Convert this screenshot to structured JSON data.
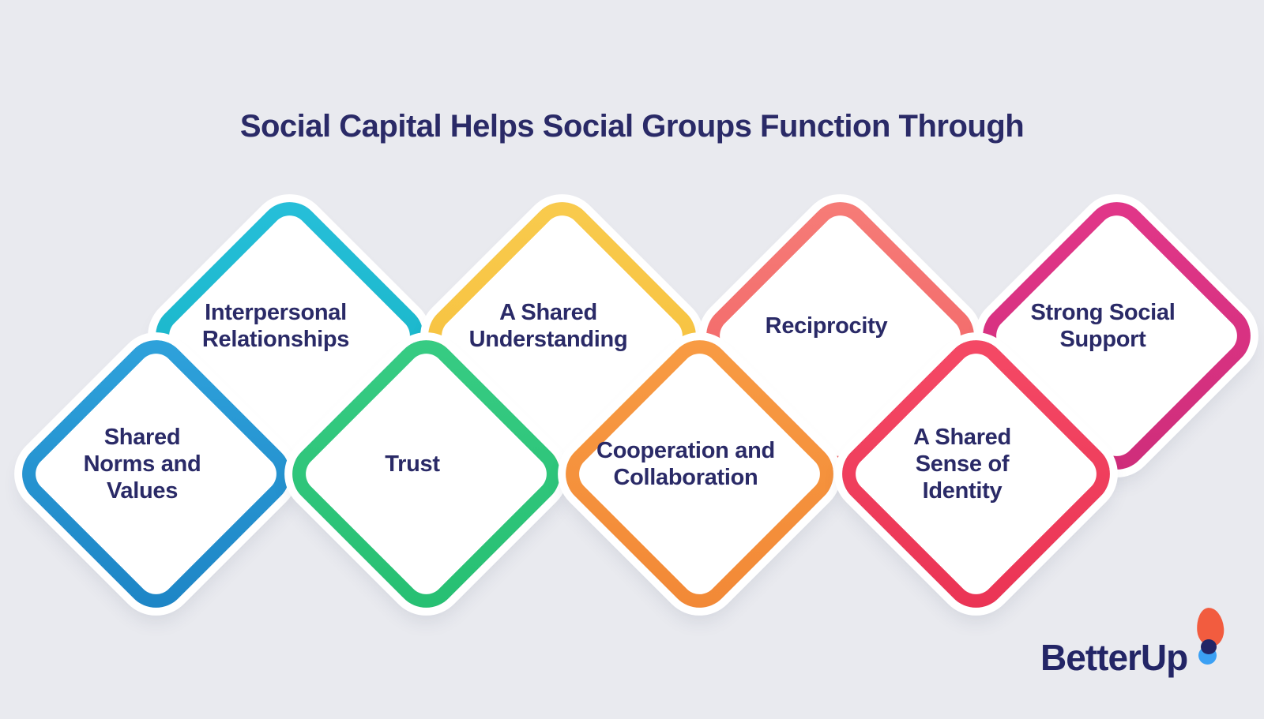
{
  "title": "Social Capital Helps Social Groups Function Through",
  "colors": {
    "background": "#E9EAEF",
    "text": "#2A2A67"
  },
  "diamonds": [
    {
      "label": [
        "Shared",
        "Norms and",
        "Values"
      ],
      "color": "#2FA3DC",
      "color2": "#1D84C5"
    },
    {
      "label": [
        "Interpersonal",
        "Relationships"
      ],
      "color": "#27BFDA",
      "color2": "#12B2C0"
    },
    {
      "label": [
        "Trust"
      ],
      "color": "#38CC84",
      "color2": "#26BF72"
    },
    {
      "label": [
        "A Shared",
        "Understanding"
      ],
      "color": "#F9CB4E",
      "color2": "#F5BD38"
    },
    {
      "label": [
        "Cooperation and",
        "Collaboration"
      ],
      "color": "#F89C44",
      "color2": "#F28836"
    },
    {
      "label": [
        "Reciprocity"
      ],
      "color": "#F67D78",
      "color2": "#F15F63"
    },
    {
      "label": [
        "A Shared",
        "Sense of",
        "Identity"
      ],
      "color": "#F54A66",
      "color2": "#EA3354"
    },
    {
      "label": [
        "Strong Social",
        "Support"
      ],
      "color": "#E23789",
      "color2": "#CE2D7A"
    }
  ],
  "logo": {
    "wordmark": "BetterUp",
    "text_color": "#232566",
    "mark": {
      "orange": "#F25C3F",
      "blue": "#3BA0F4",
      "navy": "#232566"
    }
  }
}
